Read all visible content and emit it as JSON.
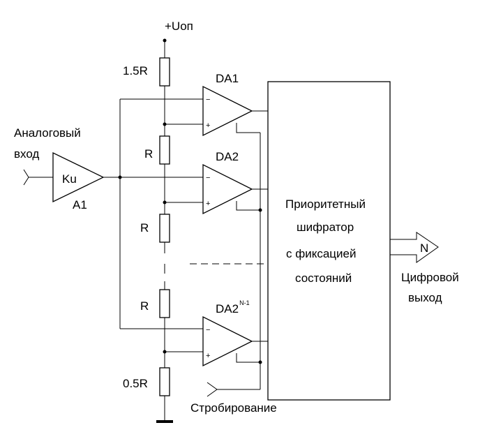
{
  "supply": {
    "label": "+Uоп"
  },
  "input": {
    "label_line1": "Аналоговый",
    "label_line2": "вход"
  },
  "amplifier": {
    "gain_label": "Ku",
    "ref_label": "A1"
  },
  "resistors": {
    "top": "1.5R",
    "r1": "R",
    "r2": "R",
    "r3": "R",
    "bottom": "0.5R"
  },
  "comparators": {
    "da1": "DA1",
    "da2": "DA2",
    "dalast_base": "DA2",
    "dalast_sup": "N-1",
    "minus_sign": "−",
    "plus_sign": "+"
  },
  "encoder": {
    "line1": "Приоритетный",
    "line2": "шифратор",
    "line3": "с фиксацией",
    "line4": "состояний"
  },
  "output": {
    "bus_label": "N",
    "label_line1": "Цифровой",
    "label_line2": "выход"
  },
  "strobe": {
    "label": "Стробирование"
  }
}
